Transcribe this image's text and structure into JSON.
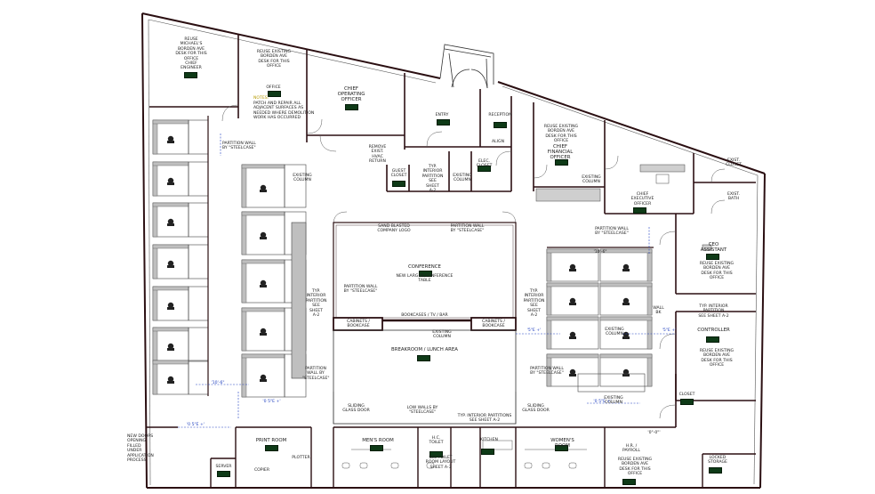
{
  "labels": {
    "chief_engineer": "CHIEF\nENGINEER",
    "reuse_michael": "REUSE\nMICHAEL'S\nBORDEN AVE\nDESK FOR THIS\nOFFICE",
    "office": "OFFICE",
    "reuse_existing_1": "REUSE EXISTING\nBORDEN AVE\nDESK FOR THIS\nOFFICE",
    "notes_title": "NOTES:",
    "notes_body": "PATCH AND REPAIR ALL\nADJACENT SURFACES AS\nNEEDED WHERE DEMOLITION\nWORK HAS OCCURRED",
    "coo": "CHIEF\nOPERATING\nOFFICER",
    "entry": "ENTRY",
    "reception": "RECEPTION",
    "align": "ALIGN",
    "reuse_existing_cfo": "REUSE EXISTING\nBORDEN AVE\nDESK FOR THIS\nOFFICE",
    "cfo": "CHIEF\nFINANCIAL\nOFFICER",
    "existing_column_1": "EXISTING\nCOLUMN",
    "ceo": "CHIEF\nEXECUTIVE\nOFFICER",
    "exist_closet": "EXIST.\nCLOSET",
    "exist_bath": "EXIST.\nBATH",
    "partition_wall_1": "PARTITION WALL\nBY \"STEELCASE\"",
    "remove_exist_hvac": "REMOVE\nEXIST.\nHVAC\nRETURN",
    "guest_closet": "GUEST\nCLOSET",
    "typ_interior_partition": "TYP.\nINTERIOR\nPARTITION\nSEE\nSHEET\nA-2",
    "elec_closet": "ELEC.\nCLOSET",
    "existing_column_2": "EXISTING\nCOLUMN",
    "existing_column_3": "EXISTING\nCOLUMN",
    "existing_column_4": "EXISTING\nCOLUMN",
    "sand_blasted": "SAND BLASTED\nCOMPANY LOGO",
    "partition_wall_2": "PARTITION WALL\nBY \"STEELCASE\"",
    "partition_wall_3": "PARTITION WALL\nBY \"STEELCASE\"",
    "conference": "CONFERENCE",
    "new_larger_table": "NEW LARGER CONFERENCE TABLE",
    "partition_wall_4": "PARTITION WALL\nBY \"STEELCASE\"",
    "typ_interior_partition_2": "TYP.\nINTERIOR\nPARTITION\nSEE\nSHEET\nA-2",
    "ceo_assistant": "CEO\nASSISTANT",
    "reuse_existing_assistant": "REUSE EXISTING\nBORDEN AVE\nDESK FOR THIS\nOFFICE",
    "typ_interior_partition_3": "TYP.\nINTERIOR\nPARTITION\nSEE\nSHEET\nA-2",
    "bookcases_tv_bar": "BOOKCASES / TV / BAR",
    "cabinets_bookcase_1": "CABINETS /\nBOOKCASE",
    "cabinets_bookcase_2": "CABINETS /\nBOOKCASE",
    "wall_bk": "WALL\nBK",
    "typ_interior_partition_4": "TYP. INTERIOR\nPARTITION\nSEE SHEET A-2",
    "controller": "CONTROLLER",
    "reuse_existing_controller": "REUSE EXISTING\nBORDEN AVE\nDESK FOR THIS\nOFFICE",
    "existing_column_5": "EXISTING\nCOLUMN",
    "breakroom": "BREAKROOM / LUNCH AREA",
    "partition_wall_5": "PARTITION\nWALL BY\n\"STEELCASE\"",
    "existing_column_6": "EXISTING\nCOLUMN",
    "partition_wall_6": "PARTITION WALL\nBY \"STEELCASE\"",
    "closet": "CLOSET",
    "sliding_glass_1": "SLIDING\nGLASS DOOR",
    "low_walls": "LOW WALLS BY\n\"STEELCASE\"",
    "typ_interior_partitions": "TYP. INTERIOR PARTITIONS\nSEE SHEET A-2",
    "sliding_glass_2": "SLIDING\nGLASS DOOR",
    "new_doors": "NEW DOORS\nOPENING\nFILLED\nUNDER\nAPPLICATION\nPROCESS",
    "print_room": "PRINT ROOM",
    "plotter": "PLOTTER",
    "copier": "COPIER",
    "server": "SERVER",
    "mens_room": "MEN'S ROOM",
    "hc_toilet": "H.C.\nTOILET",
    "see_toilet": "SEE TOILET\nROOM LAYOUT\nSHEET A-3",
    "kitchen": "KITCHEN",
    "womens_room": "WOMEN'S ROOM",
    "hr_payroll": "H.R. /\nPAYROLL",
    "reuse_existing_hr": "REUSE EXISTING\nBORDEN AVE\nDESK FOR THIS\nOFFICE",
    "locked_storage": "LOCKED\nSTORAGE",
    "dim_1": "'0   5\"E +'",
    "dim_2": "'0   5\"E +'",
    "dim_3": "'0   5\"E +'",
    "dim_4": "'5\"E +'",
    "dim_5": "'5\"E +'",
    "dim_6": "'10'-6\"",
    "dim_7": "'10'-6\"",
    "dim_8": "'0\"-0\"'"
  },
  "colors": {
    "wall": "#2b0f12",
    "line": "#555555",
    "workstation_fill": "#bfbfbf",
    "room_tag": "#0e3a17",
    "dimension": "#1f3fbf",
    "note_text": "#b59a00"
  }
}
